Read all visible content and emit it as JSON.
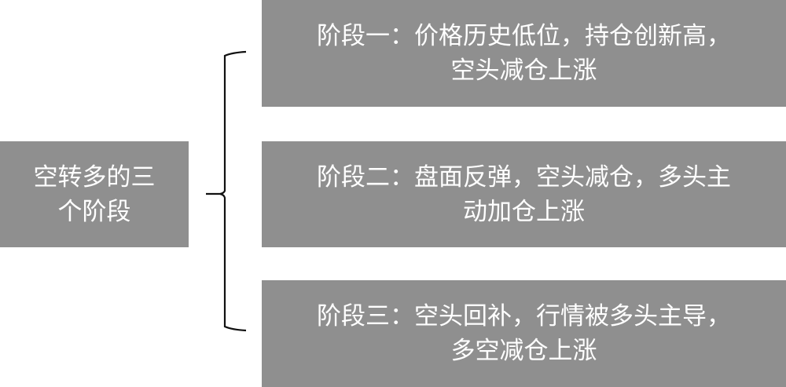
{
  "root": {
    "label": "空转多的三个阶段"
  },
  "stages": [
    {
      "label": "阶段一：价格历史低位，持仓创新高，空头减仓上涨"
    },
    {
      "label": "阶段二：盘面反弹，空头减仓，多头主动加仓上涨"
    },
    {
      "label": "阶段三：空头回补，行情被多头主导，多空减仓上涨"
    }
  ]
}
